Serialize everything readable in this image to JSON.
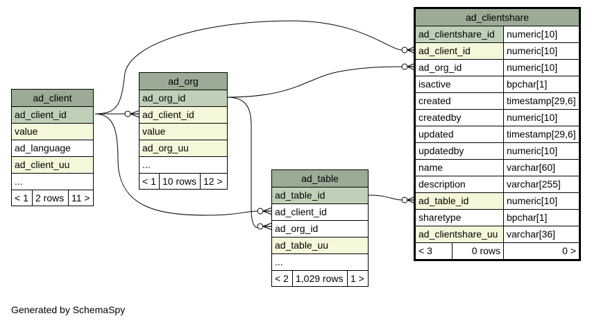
{
  "tables": {
    "ad_client": {
      "title": "ad_client",
      "rows": [
        "ad_client_id",
        "value",
        "ad_language",
        "ad_client_uu",
        "..."
      ],
      "footer": [
        "< 1",
        "2 rows",
        "11 >"
      ]
    },
    "ad_org": {
      "title": "ad_org",
      "rows": [
        "ad_org_id",
        "ad_client_id",
        "value",
        "ad_org_uu",
        "..."
      ],
      "footer": [
        "< 1",
        "10 rows",
        "12 >"
      ]
    },
    "ad_table": {
      "title": "ad_table",
      "rows": [
        "ad_table_id",
        "ad_client_id",
        "ad_org_id",
        "ad_table_uu",
        "..."
      ],
      "footer": [
        "< 2",
        "1,029 rows",
        "1 >"
      ]
    },
    "ad_clientshare": {
      "title": "ad_clientshare",
      "columns": [
        {
          "name": "ad_clientshare_id",
          "type": "numeric[10]"
        },
        {
          "name": "ad_client_id",
          "type": "numeric[10]"
        },
        {
          "name": "ad_org_id",
          "type": "numeric[10]"
        },
        {
          "name": "isactive",
          "type": "bpchar[1]"
        },
        {
          "name": "created",
          "type": "timestamp[29,6]"
        },
        {
          "name": "createdby",
          "type": "numeric[10]"
        },
        {
          "name": "updated",
          "type": "timestamp[29,6]"
        },
        {
          "name": "updatedby",
          "type": "numeric[10]"
        },
        {
          "name": "name",
          "type": "varchar[60]"
        },
        {
          "name": "description",
          "type": "varchar[255]"
        },
        {
          "name": "ad_table_id",
          "type": "numeric[10]"
        },
        {
          "name": "sharetype",
          "type": "bpchar[1]"
        },
        {
          "name": "ad_clientshare_uu",
          "type": "varchar[36]"
        }
      ],
      "footer": [
        "< 3",
        "0 rows",
        "0 >"
      ]
    }
  },
  "footer_text": "Generated by SchemaSpy",
  "colors": {
    "title_bg": "#9bab96",
    "pk_bg": "#bed1b8",
    "fk_bg": "#f4f7da",
    "line": "#000000"
  }
}
